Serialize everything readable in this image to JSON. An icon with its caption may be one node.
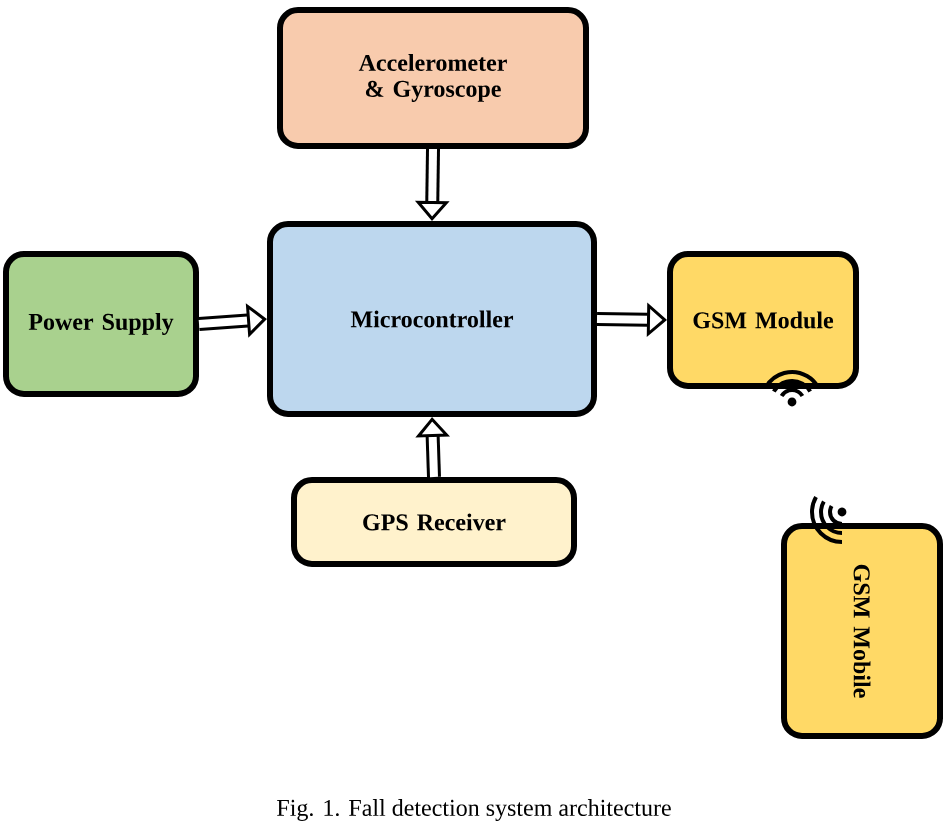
{
  "diagram": {
    "caption": "Fig. 1.   Fall detection system architecture",
    "nodes": [
      {
        "text": [
          "Accelerometer & Gyroscope"
        ]
      },
      {
        "text": [
          "Power Supply"
        ]
      },
      {
        "text": [
          "Microcontroller"
        ]
      },
      {
        "text": [
          "GSM Module"
        ]
      },
      {
        "text": [
          "GPS Receiver"
        ]
      },
      {
        "text": [
          "GSM Mobile"
        ]
      }
    ],
    "edges": [
      {
        "from": 0,
        "to": 2,
        "arrow": "to"
      },
      {
        "from": 1,
        "to": 2,
        "arrow": "to"
      },
      {
        "from": 2,
        "to": 3,
        "arrow": "to"
      },
      {
        "from": 4,
        "to": 2,
        "arrow": "to"
      }
    ]
  }
}
